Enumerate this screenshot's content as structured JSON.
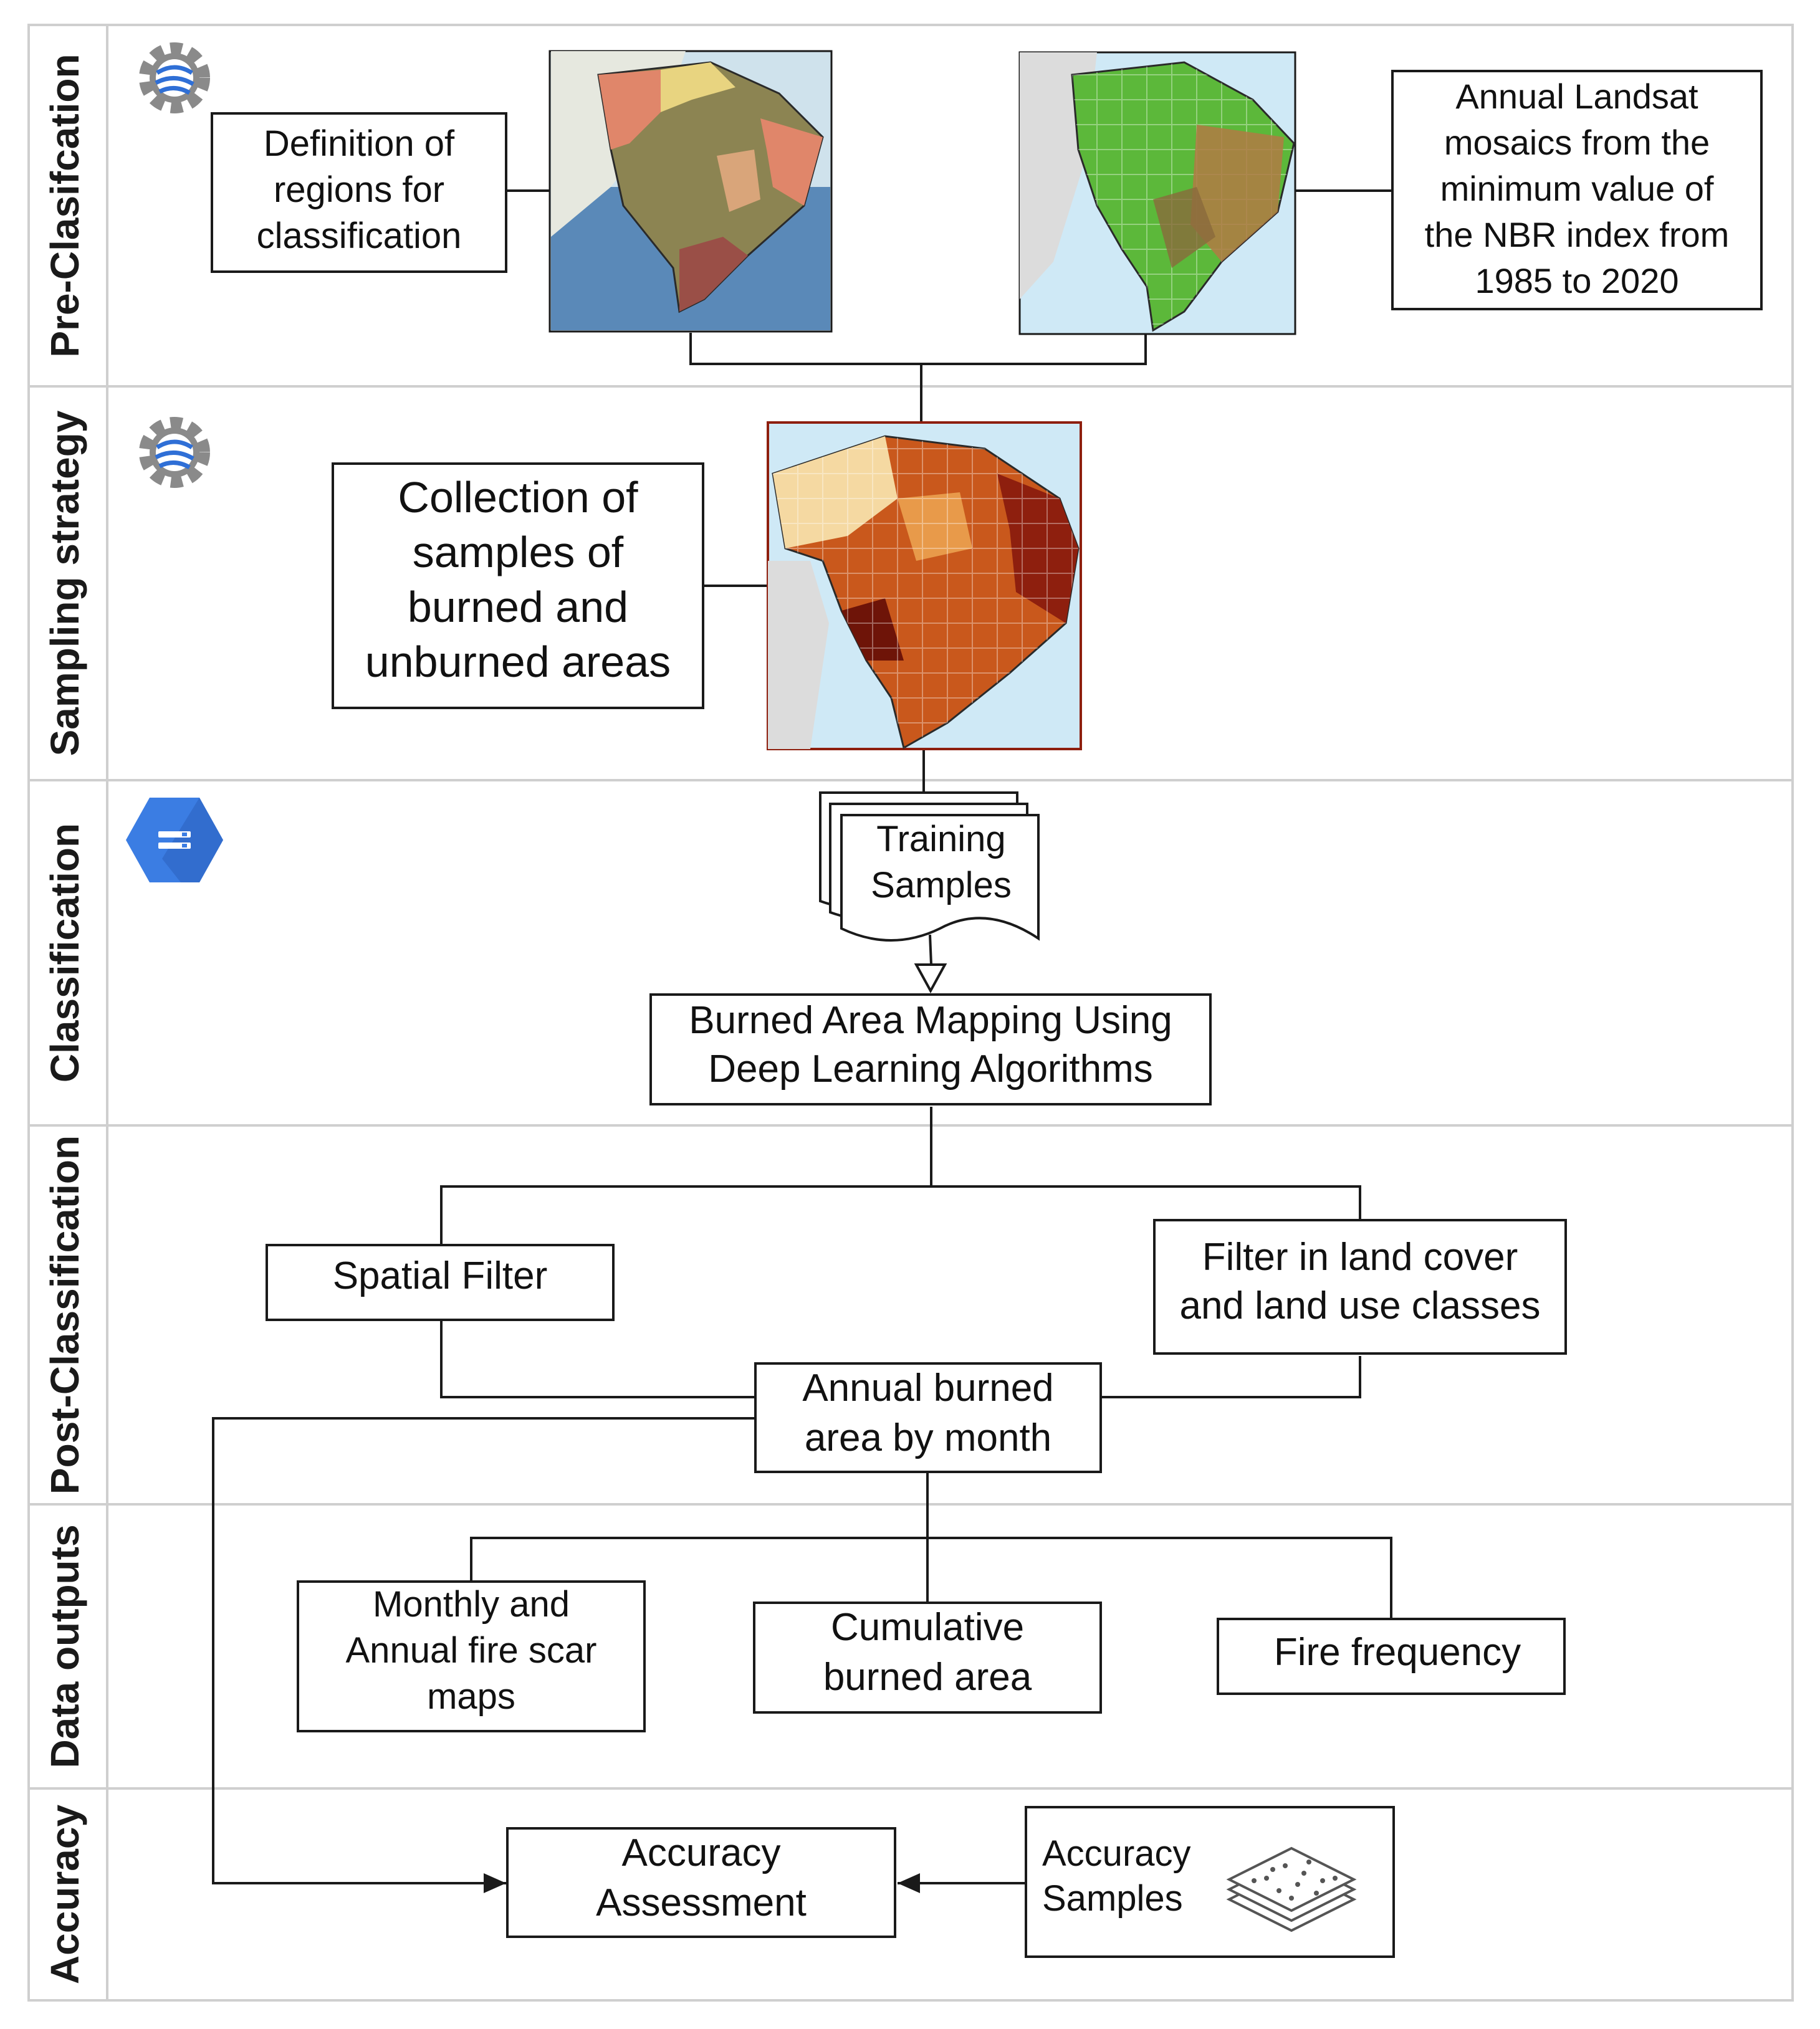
{
  "lanes": [
    {
      "label": "Pre-Clasifcation"
    },
    {
      "label": "Sampling strategy"
    },
    {
      "label": "Classification"
    },
    {
      "label": "Post-Classification"
    },
    {
      "label": "Data outputs"
    },
    {
      "label": "Accuracy"
    }
  ],
  "boxes": {
    "definition_regions": [
      "Definition of",
      "regions for",
      "classification"
    ],
    "landsat_mosaics": [
      "Annual Landsat",
      "mosaics from the",
      "minimum value of",
      "the NBR index from",
      "1985 to 2020"
    ],
    "collection_samples": [
      "Collection of",
      "samples of",
      "burned and",
      "unburned areas"
    ],
    "training_samples": [
      "Training",
      "Samples"
    ],
    "burned_area_mapping": [
      "Burned Area Mapping Using",
      "Deep Learning Algorithms"
    ],
    "spatial_filter": [
      "Spatial Filter"
    ],
    "filter_land_cover": [
      "Filter in land cover",
      "and land use classes"
    ],
    "annual_burned": [
      "Annual burned",
      "area by month"
    ],
    "monthly_annual_maps": [
      "Monthly and",
      "Annual fire scar",
      "maps"
    ],
    "cumulative_burned": [
      "Cumulative",
      "burned area"
    ],
    "fire_frequency": [
      "Fire frequency"
    ],
    "accuracy_assessment": [
      "Accuracy",
      "Assessment"
    ],
    "accuracy_samples": [
      "Accuracy",
      "Samples"
    ]
  },
  "colors": {
    "gear": "#8a8a8a",
    "globe_blue": "#2f6fd6",
    "storage_blue": "#3b7de3",
    "ocean": "#cfe9f6",
    "land_grey": "#dcdcdc",
    "regions_olive": "#8c8452",
    "regions_salmon": "#e0866a",
    "regions_yellow": "#e8d480",
    "landsat_green": "#5cb83a",
    "burn_dark": "#8e1f0e",
    "burn_mid": "#c9581c",
    "burn_light": "#f5d9a2"
  },
  "icons": {
    "earth_engine_1": "earth-engine-gear-icon",
    "earth_engine_2": "earth-engine-gear-icon",
    "cloud_storage": "cloud-storage-icon",
    "sample_layers": "stacked-layers-icon"
  }
}
